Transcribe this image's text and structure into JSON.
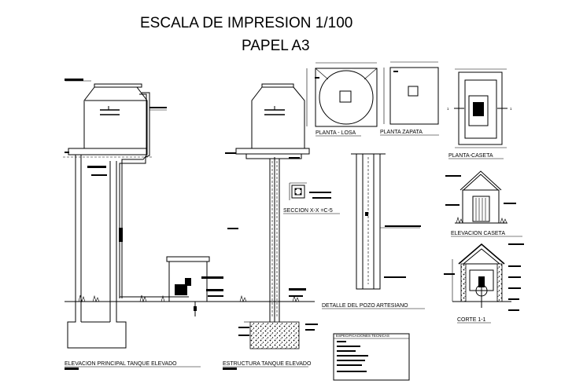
{
  "header": {
    "title_line1": "ESCALA DE IMPRESION 1/100",
    "title_line2": "PAPEL A3"
  },
  "drawings": {
    "elevation_main": "ELEVACION PRINCIPAL TANQUE ELEVADO",
    "structure": "ESTRUCTURA TANQUE ELEVADO",
    "section_xx": "SECCION X-X =C-5",
    "plan_slab": "PLANTA - LOSA",
    "plan_footing": "PLANTA  ZAPATA",
    "plan_hut": "PLANTA-CASETA",
    "elevation_hut": "ELEVACION CASETA",
    "well_detail": "DETALLE DEL POZO ARTESIANO",
    "cut_11": "CORTE 1-1",
    "specs_title": "ESPECIFICACIONES TECNICAS",
    "cut_marker": "1"
  }
}
